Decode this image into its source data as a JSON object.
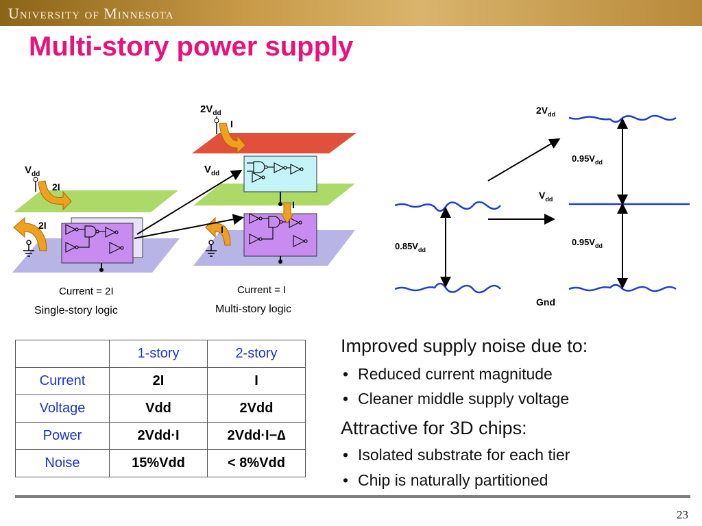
{
  "header": {
    "institution": "University of Minnesota"
  },
  "title": "Multi-story power supply",
  "diagram": {
    "left_supply": "V",
    "right_top_supply": "2V",
    "right_mid_supply": "V",
    "sub_dd": "dd",
    "current_2i": "2I",
    "current_i": "I",
    "left_current_caption": "Current = 2I",
    "right_current_caption": "Current = I",
    "left_caption": "Single-story logic",
    "right_caption": "Multi-story logic"
  },
  "noise": {
    "top_rail": "2V",
    "mid_rail": "V",
    "ground": "Gnd",
    "left_swing": "0.85V",
    "upper_swing": "0.95V",
    "lower_swing": "0.95V",
    "sub_dd": "dd"
  },
  "table": {
    "headers": [
      "",
      "1-story",
      "2-story"
    ],
    "rows": [
      {
        "label": "Current",
        "one": "2I",
        "two": "I"
      },
      {
        "label": "Voltage",
        "one": "Vdd",
        "two": "2Vdd"
      },
      {
        "label": "Power",
        "one": "2Vdd·I",
        "two": "2Vdd·I−∆"
      },
      {
        "label": "Noise",
        "one": "15%Vdd",
        "two": "< 8%Vdd"
      }
    ]
  },
  "text": {
    "heading1": "Improved supply noise due to:",
    "bullet1": "Reduced current magnitude",
    "bullet2": "Cleaner middle supply voltage",
    "heading2": "Attractive for 3D chips:",
    "bullet3": "Isolated substrate for each tier",
    "bullet4": "Chip is naturally partitioned",
    "bullet_glyph": "•"
  },
  "page_number": "23",
  "colors": {
    "title": "#e8127a",
    "table_header": "#1a35c8",
    "noise_wave": "#1e3fc8"
  }
}
